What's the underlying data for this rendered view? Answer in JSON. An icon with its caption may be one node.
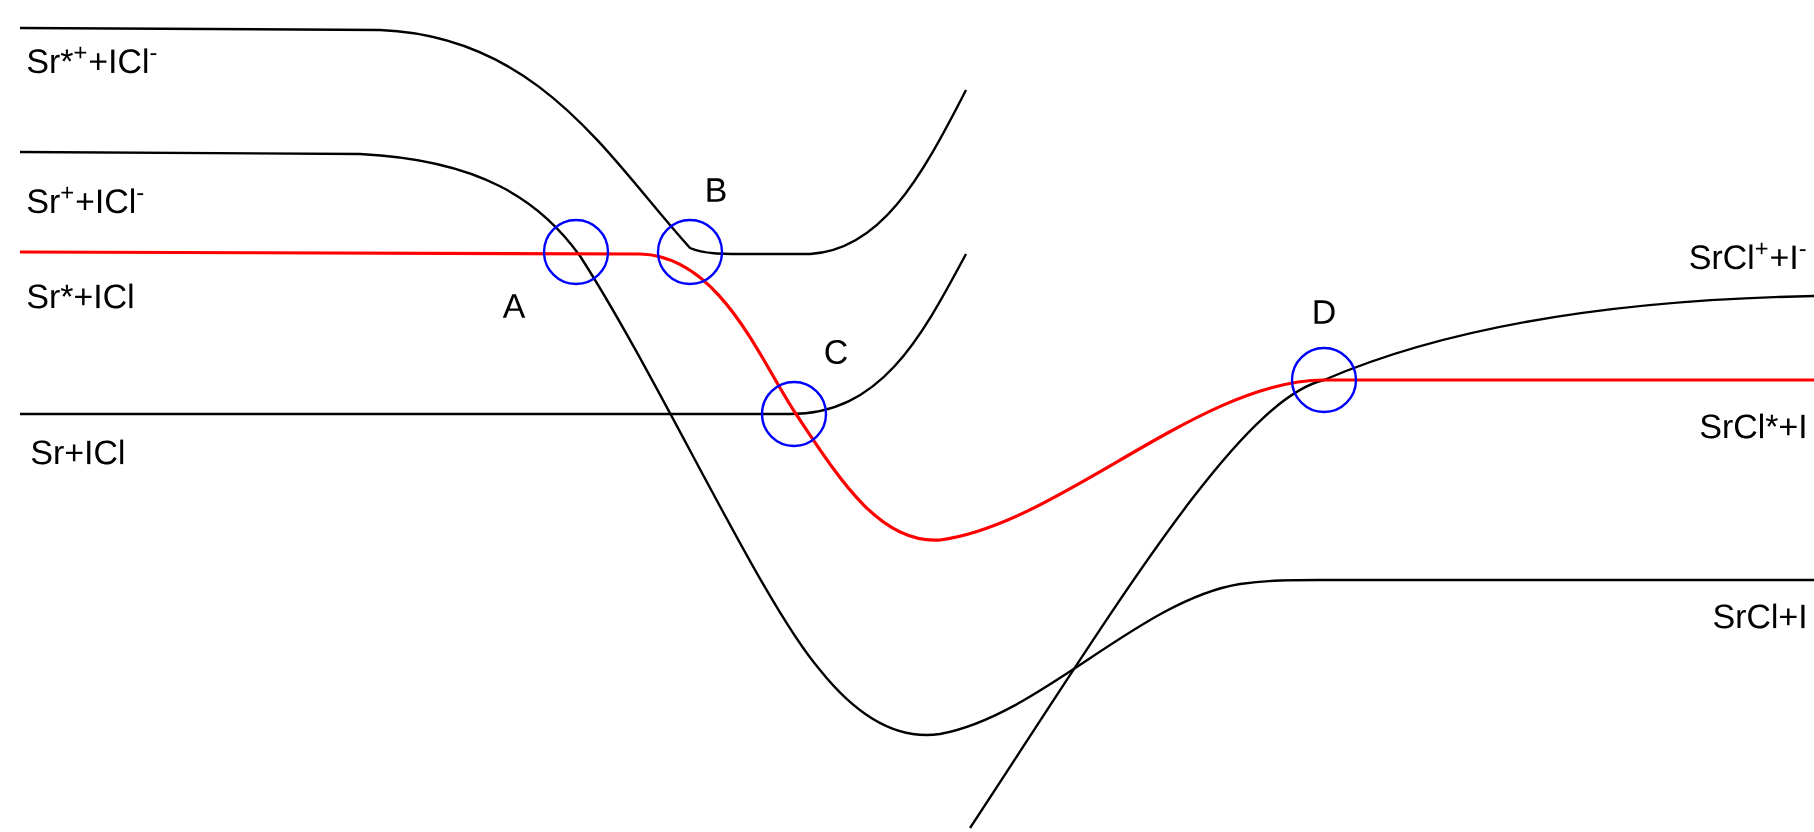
{
  "diagram": {
    "labels": [
      "Sr*$^{+}$+ICl$^{-}$",
      "Sr$^{+}$+ICl$^{-}$",
      "Sr*+ICl",
      "Sr+ICl",
      "A",
      "B",
      "C",
      "D",
      "SrCl$^{+}$+I$^{-}$",
      "SrCl*+I",
      "SrCl+I"
    ]
  }
}
